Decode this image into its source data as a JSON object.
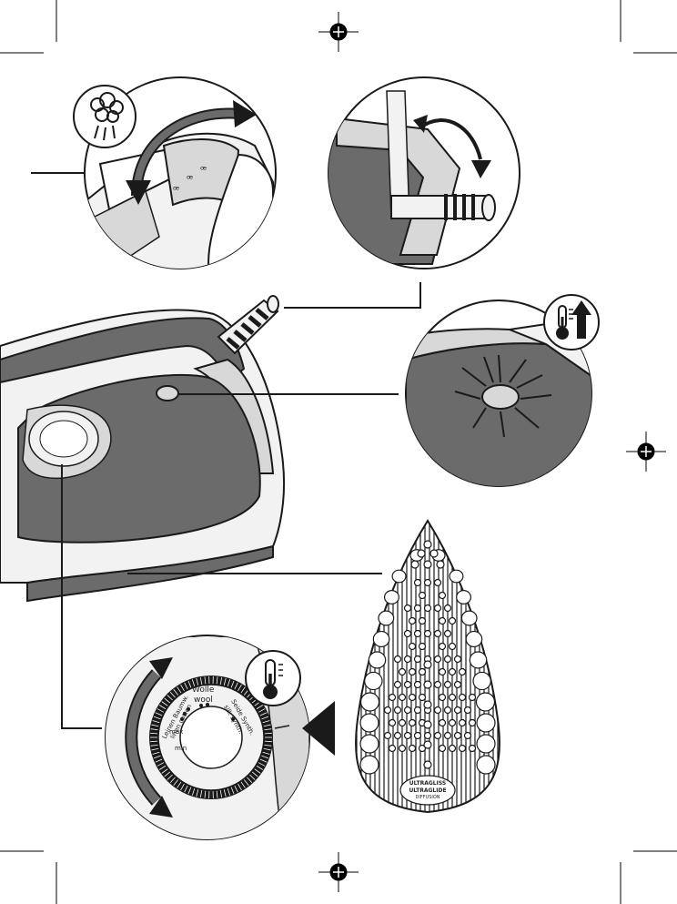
{
  "dial": {
    "labels": {
      "linen_1": "Leinen Baumw.",
      "linen_2": "linen cotton",
      "wool_1": "Wolle",
      "wool_2": "wool",
      "silk_1": "Seide Synth.",
      "silk_2": "silk synth.",
      "max": "max",
      "min": "min"
    }
  },
  "soleplate": {
    "brand_1": "ULTRAGLISS",
    "brand_2": "ULTRAGLIDE",
    "brand_3": "DIFFUSION"
  },
  "colors": {
    "body_dark": "#6b6b6b",
    "body_light": "#d8d8d8",
    "outline": "#1a1a1a",
    "plate_fill": "#ffffff"
  },
  "icons": [
    "steam-icon",
    "thermometer-icon",
    "thermometer-up-icon",
    "rotate-arrow-icon"
  ]
}
